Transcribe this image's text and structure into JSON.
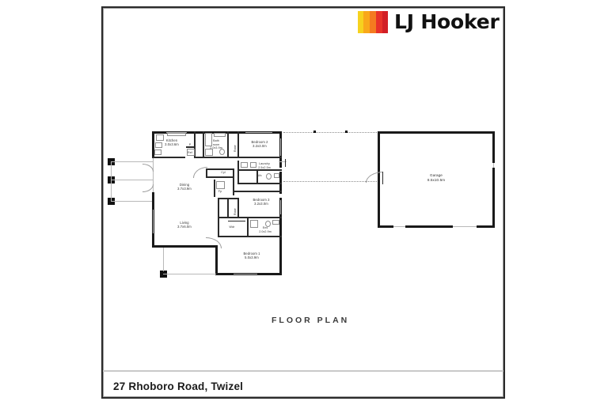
{
  "document": {
    "caption": "FLOOR PLAN",
    "address": "27 Rhoboro Road, Twizel"
  },
  "brand": {
    "name": "LJ Hooker",
    "bar_colors": [
      "#f6d21f",
      "#f9a81a",
      "#f47b20",
      "#e8322a",
      "#d21f26"
    ]
  },
  "floorplan": {
    "rooms": [
      {
        "id": "kitchen",
        "name": "Kitchen",
        "dimensions": "3.0x3.6m"
      },
      {
        "id": "bathroom",
        "name": "Bath",
        "name2": "room",
        "dimensions": "2.0x3.9m"
      },
      {
        "id": "bedroom2",
        "name": "Bedroom 2",
        "dimensions": "3.2x3.0m"
      },
      {
        "id": "laundry",
        "name": "Laundry",
        "dimensions": "2.5x2.5m"
      },
      {
        "id": "garage",
        "name": "Garage",
        "dimensions": "8.5x10.5m"
      },
      {
        "id": "dining",
        "name": "Dining",
        "dimensions": "3.7x3.9m"
      },
      {
        "id": "bedroom3",
        "name": "Bedroom 3",
        "dimensions": "3.2x3.0m"
      },
      {
        "id": "living",
        "name": "Living",
        "dimensions": "3.7x6.0m"
      },
      {
        "id": "ensuite",
        "name": "Ens",
        "dimensions": "2.0x2.9m"
      },
      {
        "id": "bedroom1",
        "name": "Bedroom 1",
        "dimensions": "5.0x3.9m"
      }
    ],
    "small_labels": [
      {
        "id": "wc",
        "text": "Wc"
      },
      {
        "id": "cyl",
        "text": "Cyl"
      },
      {
        "id": "fp",
        "text": "Fp"
      },
      {
        "id": "wdr",
        "text": "Wdr"
      },
      {
        "id": "pan",
        "text": "P"
      },
      {
        "id": "ref",
        "text": "Ref"
      }
    ],
    "vertical_labels": [
      {
        "id": "robe-bed2",
        "text": "Robe"
      },
      {
        "id": "robe-bed3",
        "text": "Robe"
      }
    ]
  }
}
